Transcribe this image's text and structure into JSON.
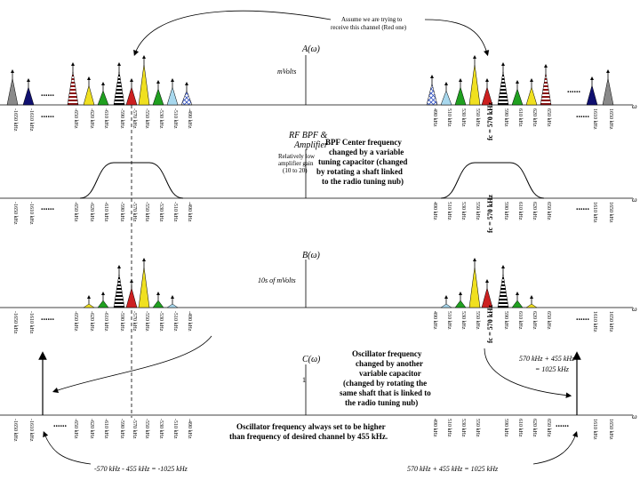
{
  "annotations": {
    "assume_line1": "Assume we are trying to",
    "assume_line2": "receive this channel (Red one)",
    "bpf_center_line1": "BPF Center frequency",
    "bpf_center_line2": "changed by a variable",
    "bpf_center_line3": "tuning capacitor (changed",
    "bpf_center_line4": "by rotating a shaft linked",
    "bpf_center_line5": "to the radio tuning nub)",
    "rf_bpf_line1": "RF BPF &",
    "rf_bpf_line2": "Amplifier",
    "gain_line1": "Relatively low",
    "gain_line2": "amplifier gain",
    "gain_line3": "(10 to 20)",
    "osc_line1": "Oscillator frequency",
    "osc_line2": "changed by another",
    "osc_line3": "variable capacitor",
    "osc_line4": "(changed by rotating the",
    "osc_line5": "same shaft that is linked to",
    "osc_line6": "the radio tuning nub)",
    "osc_always_line1": "Oscillator frequency always set to be higher",
    "osc_always_line2": "than frequency of desired channel by 455 kHz.",
    "pos_osc_line1": "570 kHz + 455 kHz",
    "pos_osc_line2": "= 1025 kHz",
    "neg_osc_bottom": "-570 kHz - 455 kHz = -1025 kHz",
    "pos_osc_bottom": "570 kHz + 455 kHz = 1025 kHz"
  },
  "panels": {
    "a_label": "A(ω)",
    "a_units": "mVolts",
    "b_label": "B(ω)",
    "b_units": "10s of mVolts",
    "c_label": "C(ω)",
    "c_one": "1",
    "omega": "ω",
    "fc_label": "fc = 570 kHz",
    "dots": "......"
  },
  "tick_labels": {
    "left": [
      "-1650 kHz",
      "-1610 kHz",
      "-650 kHz",
      "-620 kHz",
      "-610 kHz",
      "-590 kHz",
      "-570 kHz",
      "-550 kHz",
      "-530 kHz",
      "-510 kHz",
      "-490 kHz"
    ],
    "right": [
      "490 kHz",
      "510 kHz",
      "530 kHz",
      "550 kHz",
      "570 kHz",
      "590 kHz",
      "610 kHz",
      "620 kHz",
      "650 kHz",
      "1610 kHz",
      "1650 kHz"
    ]
  },
  "colors": {
    "red": "#cc2020",
    "yellow": "#f0e020",
    "green": "#20a020",
    "darkred": "#8b1010",
    "navy": "#101070",
    "gray": "#8a8a8a",
    "lightblue": "#a8d8ee",
    "black": "#000000"
  }
}
